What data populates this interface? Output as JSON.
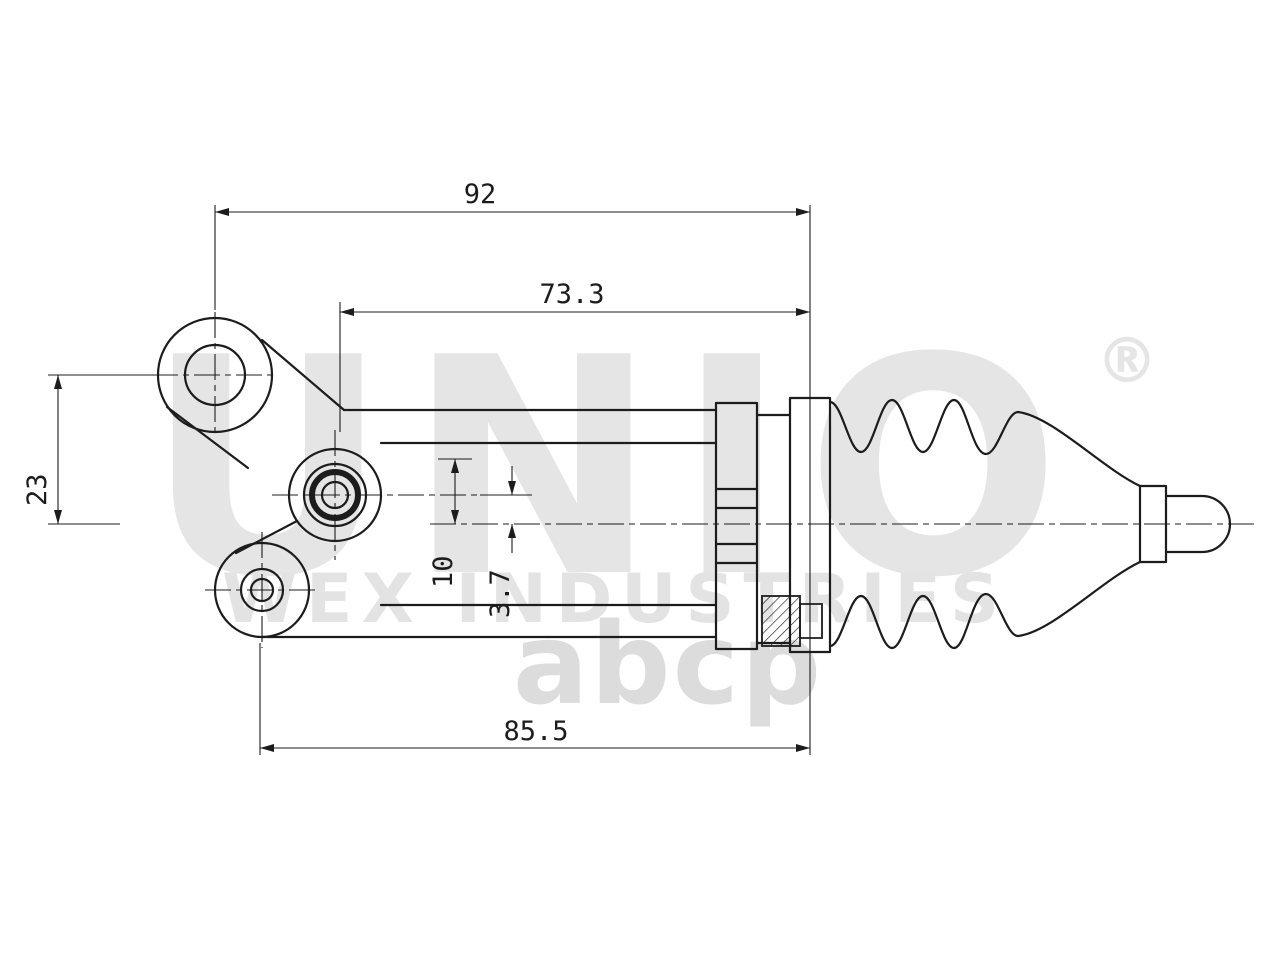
{
  "page": {
    "background": "#ffffff",
    "line_color": "#1c1c1c",
    "description": "Technical drawing of a clutch slave cylinder with rubber boot, side view with dimensions"
  },
  "watermark": {
    "brand": "UNIO",
    "registered": "®",
    "subtitle": "WEX INDUSTRIES",
    "logo": "abcp",
    "brand_color": "#e5e5e5",
    "subtitle_color": "#e3e3e3",
    "logo_color": "#dcdcdc"
  },
  "dimensions": {
    "overall_length": "92",
    "body_length": "73.3",
    "eye_to_axis": "23",
    "offset_major": "10",
    "offset_minor": "3.7",
    "mount_length": "85.5"
  }
}
